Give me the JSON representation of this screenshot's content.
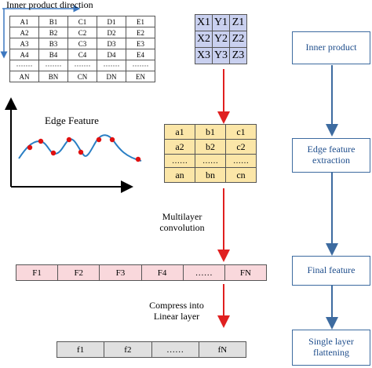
{
  "inner_product_direction_label": "Inner product direction",
  "data_matrix": {
    "rows": [
      [
        "A1",
        "B1",
        "C1",
        "D1",
        "E1"
      ],
      [
        "A2",
        "B2",
        "C2",
        "D2",
        "E2"
      ],
      [
        "A3",
        "B3",
        "C3",
        "D3",
        "E3"
      ],
      [
        "A4",
        "B4",
        "C4",
        "D4",
        "E4"
      ],
      [
        "·······",
        "·······",
        "·······",
        "·······",
        "·······"
      ],
      [
        "AN",
        "BN",
        "CN",
        "DN",
        "EN"
      ]
    ]
  },
  "xyz_matrix": {
    "rows": [
      [
        "X1",
        "Y1",
        "Z1"
      ],
      [
        "X2",
        "Y2",
        "Z2"
      ],
      [
        "X3",
        "Y3",
        "Z3"
      ]
    ],
    "color": "#c9d0ef"
  },
  "edge_feature_label": "Edge Feature",
  "edge_table": {
    "rows": [
      [
        "a1",
        "b1",
        "c1"
      ],
      [
        "a2",
        "b2",
        "c2"
      ],
      [
        "……",
        "……",
        "……"
      ],
      [
        "an",
        "bn",
        "cn"
      ]
    ],
    "color": "#fbe6a8"
  },
  "multilayer_label": "Multilayer convolution",
  "final_feature_row": [
    "F1",
    "F2",
    "F3",
    "F4",
    "……",
    "FN"
  ],
  "compress_label": "Compress into Linear layer",
  "single_row": [
    "f1",
    "f2",
    "……",
    "fN"
  ],
  "stages": [
    "Inner product",
    "Edge feature extraction",
    "Final feature",
    "Single layer flattening"
  ],
  "colors": {
    "red_arrow": "#e02020",
    "blue_arrow": "#3d6ba0",
    "wave": "#2a7fc4",
    "wave_points": "#e01010",
    "final_feature_row": "#f9d8dc",
    "single_row": "#e0e0e0"
  }
}
